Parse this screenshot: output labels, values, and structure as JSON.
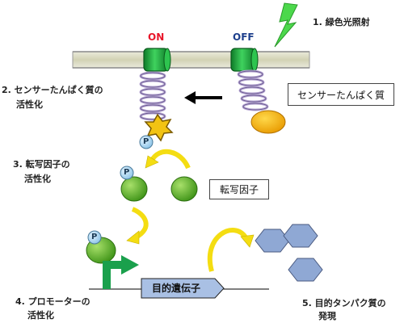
{
  "colors": {
    "on": "#e8162a",
    "off": "#1d3f8c",
    "membrane": "#dcdcc0",
    "receptor_green": "#16a83a",
    "bolt_green": "#4cd84c",
    "arrow_yellow": "#f4dd12",
    "hexagon_blue": "#8fa8d4",
    "gene_blue": "#a9c0e4",
    "phosphate": "#a8d4f0",
    "tf_green": "#5cb52a"
  },
  "icons": [
    "lightning-bolt-icon",
    "left-arrow-icon",
    "right-angle-arrow-icon"
  ],
  "states": {
    "on": "ON",
    "off": "OFF"
  },
  "phosphate_label": "P",
  "steps": {
    "step1": "1. 緑色光照射",
    "step2_line1": "2. センサーたんぱく質の",
    "step2_line2": "活性化",
    "step3_line1": "3. 転写因子の",
    "step3_line2": "活性化",
    "step4_line1": "4. プロモーターの",
    "step4_line2": "活性化",
    "step5_line1": "5. 目的タンパク質の",
    "step5_line2": "発現"
  },
  "boxes": {
    "sensor_protein": "センサーたんぱく質",
    "transcription_factor": "転写因子",
    "target_gene": "目的遺伝子"
  }
}
